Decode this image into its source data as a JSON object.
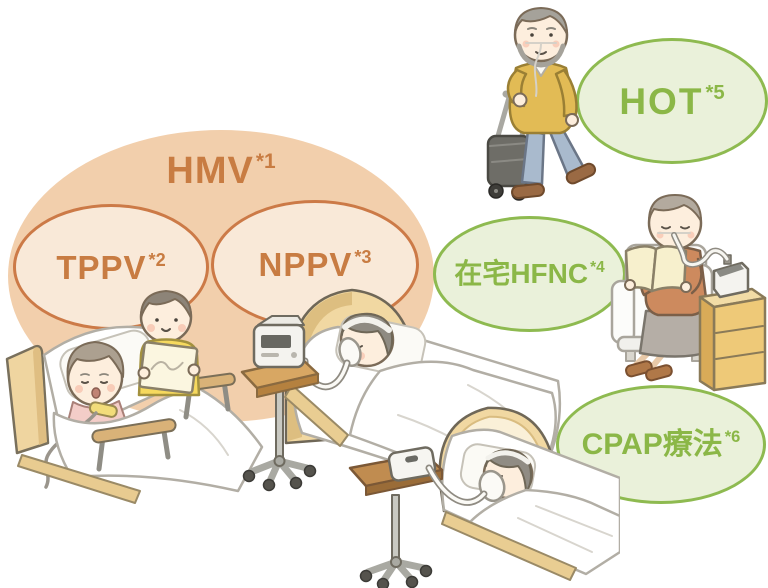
{
  "figure": {
    "kind": "illustrated-classification-diagram",
    "topic": "home respiratory therapies"
  },
  "labels": {
    "hmv": {
      "text": "HMV",
      "sup": "*1"
    },
    "tppv": {
      "text": "TPPV",
      "sup": "*2"
    },
    "nppv": {
      "text": "NPPV",
      "sup": "*3"
    },
    "hfnc": {
      "text": "在宅HFNC",
      "sup": "*4"
    },
    "hot": {
      "text": "HOT",
      "sup": "*5"
    },
    "cpap": {
      "text": "CPAP療法",
      "sup": "*6"
    }
  },
  "colors": {
    "orange_fill": "#f2cfac",
    "orange_inner_fill": "#f9e9d8",
    "orange_stroke": "#cc7a47",
    "orange_text": "#c87c42",
    "green_fill": "#eaf1da",
    "green_stroke": "#8eba50",
    "green_text": "#8bb747"
  },
  "illustrations": {
    "tppv_scene": "patient-in-bed-with-tracheostomy-tube-and-child-visitor-icon",
    "nppv_scene": "patient-sleeping-with-nasal-mask-and-ventilator-on-rolling-stand-icon",
    "hot_scene": "elderly-man-walking-with-portable-oxygen-cart-icon",
    "hfnc_scene": "elderly-woman-reading-in-armchair-with-high-flow-nasal-cannula-device-icon",
    "cpap_scene": "patient-sleeping-with-cpap-mask-and-device-on-rolling-stand-icon"
  }
}
